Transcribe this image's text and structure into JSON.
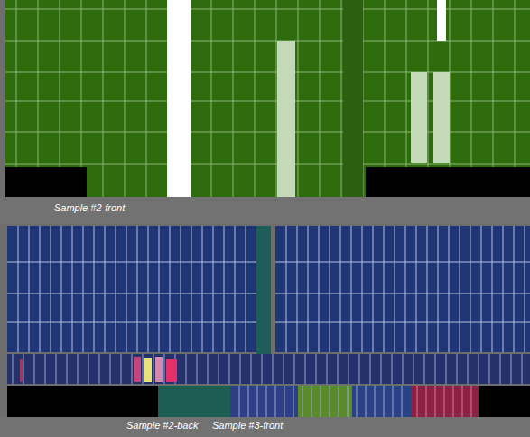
{
  "diagram": {
    "labels": [
      "Sample #2-front",
      "Sample #2-back",
      "Sample #3-front"
    ]
  }
}
